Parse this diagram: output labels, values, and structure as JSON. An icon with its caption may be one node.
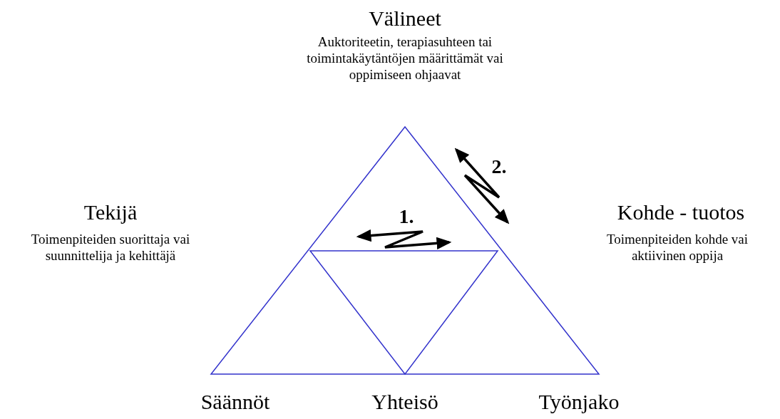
{
  "diagram": {
    "labels": [
      "Välineet",
      "Auktoriteetin, terapiasuhteen tai toimintakäytäntöjen määrittämät vai oppimiseen ohjaavat",
      "2.",
      "Tekijä",
      "Toimenpiteiden suorittaja vai suunnittelija ja kehittäjä",
      "1.",
      "Kohde - tuotos",
      "Toimenpiteiden kohde vai aktiivinen oppija",
      "Säännöt",
      "Yhteisö",
      "Työnjako"
    ]
  }
}
